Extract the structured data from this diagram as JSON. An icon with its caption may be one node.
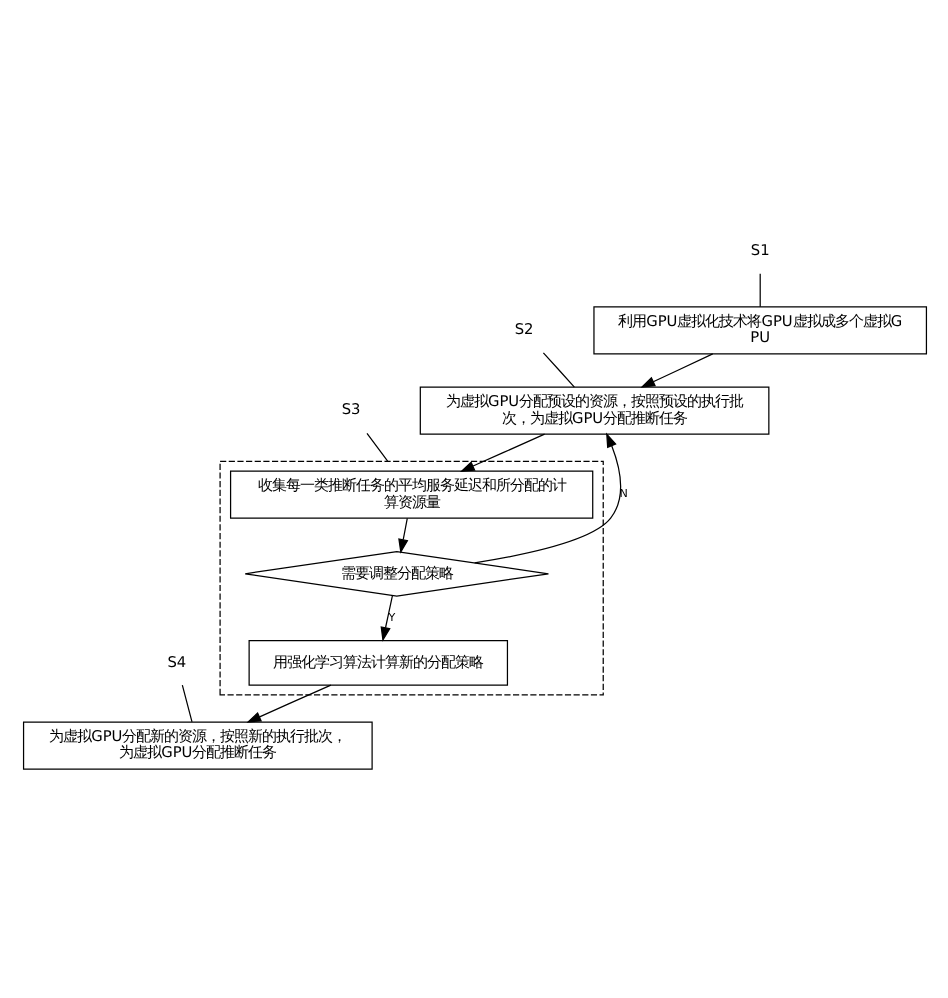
{
  "diagram": {
    "nodes": [
      {
        "text": [
          "利用GPU虚拟化技术将GPU虚拟成多个虚拟GPU"
        ]
      },
      {
        "text": [
          "为虚拟GPU分配预设的资源，按照预设的执行批次，为虚拟GPU分配推断任务"
        ]
      },
      {
        "text": [],
        "shape": "box"
      },
      {
        "text": [
          "收集每一类推断任务的平均服务延迟和所分配的计算资源量"
        ],
        "in": 2
      },
      {
        "text": [
          "需要调整分配策略"
        ],
        "in": 2
      },
      {
        "text": [
          "用强化学习算法计算新的分配策略"
        ],
        "in": 2
      },
      {
        "text": [
          "为虚拟GPU分配新的资源，按照新的执行批次，为虚拟GPU分配推断任务"
        ]
      },
      {
        "text": [
          "S1"
        ]
      },
      {
        "text": [
          "S2"
        ]
      },
      {
        "text": [
          "S3"
        ]
      },
      {
        "text": [
          "S4"
        ]
      }
    ],
    "edges": [
      {
        "from": 0,
        "to": 1,
        "arrow": "to"
      },
      {
        "from": 1,
        "to": 3,
        "arrow": "to"
      },
      {
        "from": 3,
        "to": 4,
        "arrow": "to"
      },
      {
        "from": 4,
        "to": 5,
        "arrow": "to",
        "label": "Y"
      },
      {
        "from": 4,
        "to": 1,
        "arrow": "to",
        "label": "N"
      },
      {
        "from": 5,
        "to": 6,
        "arrow": "to"
      },
      {
        "from": 7,
        "to": 0,
        "arrow": "none"
      },
      {
        "from": 8,
        "to": 1,
        "arrow": "none"
      },
      {
        "from": 9,
        "to": 2,
        "arrow": "none"
      },
      {
        "from": 10,
        "to": 6,
        "arrow": "none"
      }
    ]
  }
}
